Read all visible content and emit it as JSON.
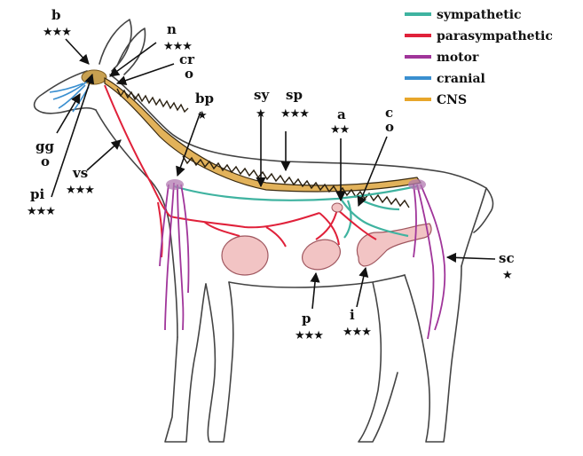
{
  "legend": [
    {
      "label": "sympathetic",
      "color": "#3fb3a0"
    },
    {
      "label": "parasympathetic",
      "color": "#e0213a"
    },
    {
      "label": "motor",
      "color": "#a0359a"
    },
    {
      "label": "cranial",
      "color": "#3a8fd0"
    },
    {
      "label": "CNS",
      "color": "#e8a62a"
    }
  ],
  "labels": {
    "b": {
      "text": "b",
      "stars": "★★★"
    },
    "n": {
      "text": "n",
      "stars": "★★★"
    },
    "cr": {
      "text": "cr",
      "sub": "o"
    },
    "gg": {
      "text": "gg",
      "sub": "o"
    },
    "pi": {
      "text": "pi",
      "stars": "★★★"
    },
    "vs": {
      "text": "vs",
      "stars": "★★★"
    },
    "bp": {
      "text": "bp",
      "stars": "★"
    },
    "sy": {
      "text": "sy",
      "stars": "★"
    },
    "sp": {
      "text": "sp",
      "stars": "★★★"
    },
    "a": {
      "text": "a",
      "stars": "★★"
    },
    "c": {
      "text": "c",
      "sub": "o"
    },
    "sc": {
      "text": "sc",
      "stars": "★"
    },
    "p": {
      "text": "p",
      "stars": "★★★"
    },
    "i": {
      "text": "i",
      "stars": "★★★"
    }
  }
}
